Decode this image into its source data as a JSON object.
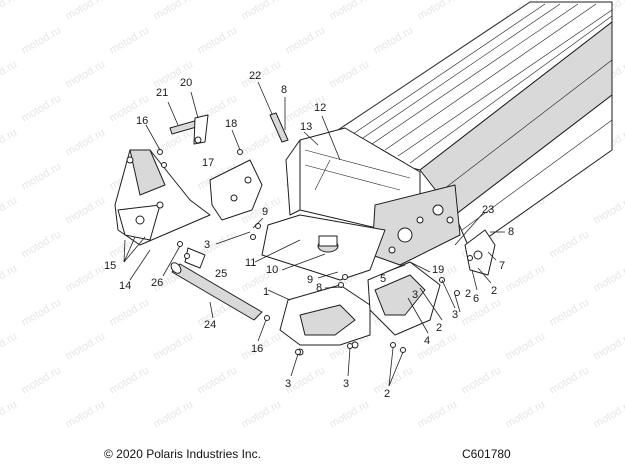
{
  "diagram": {
    "footer": {
      "copyright": "© 2020 Polaris Industries Inc.",
      "part_code": "C601780"
    },
    "watermark_text": "motod.ru",
    "callouts": [
      "1",
      "2",
      "2",
      "2",
      "2",
      "3",
      "3",
      "3",
      "3",
      "3",
      "4",
      "5",
      "6",
      "7",
      "8",
      "8",
      "8",
      "9",
      "9",
      "10",
      "11",
      "12",
      "13",
      "14",
      "15",
      "16",
      "16",
      "17",
      "18",
      "19",
      "20",
      "21",
      "22",
      "23",
      "24",
      "25",
      "26"
    ]
  }
}
